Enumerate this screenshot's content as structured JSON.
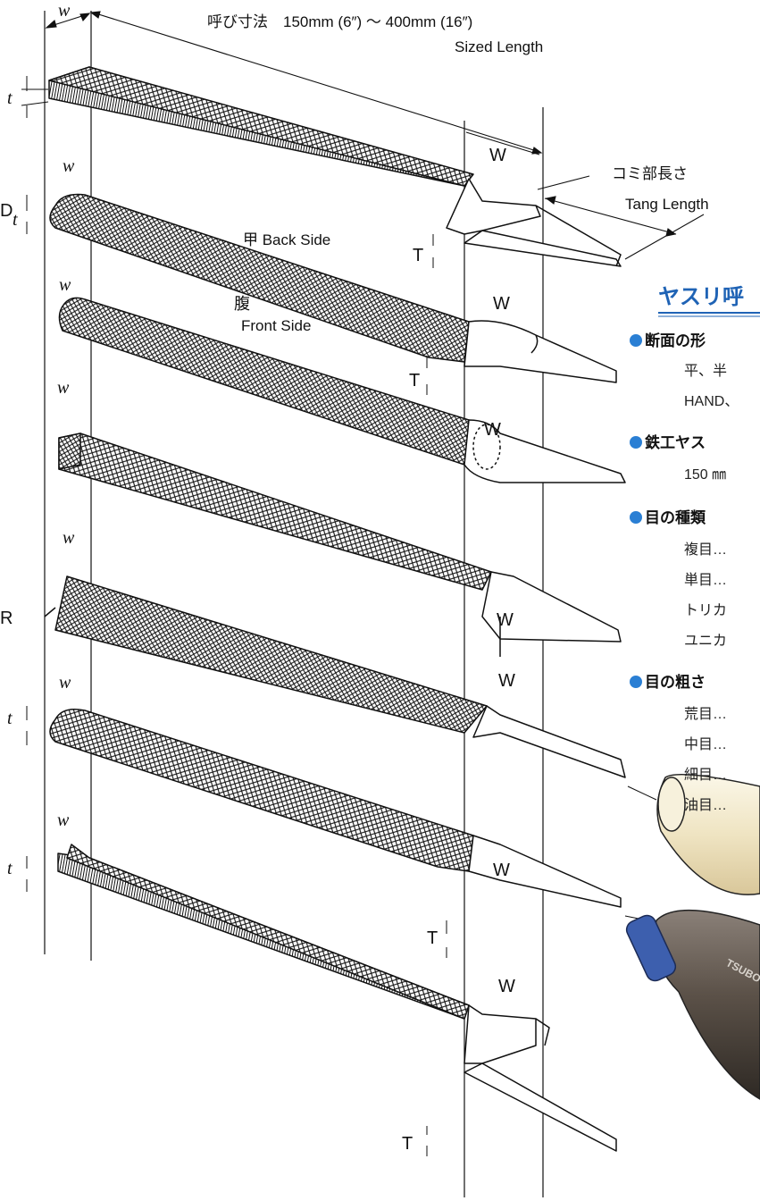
{
  "dimension": {
    "sized_length": "呼び寸法　150mm (6″) ～ 400mm (16″)",
    "sized_length_en": "Sized Length",
    "tang_length": "コミ部長さ",
    "tang_length_en": "Tang Length",
    "back_side": "甲  Back Side",
    "front_side_jp": "腹",
    "front_side_en": "Front Side"
  },
  "labels": {
    "w": "w",
    "W": "W",
    "t": "t",
    "T": "T",
    "D": "D",
    "R": "R"
  },
  "panel": {
    "title": "ヤスリ呼",
    "sections": [
      {
        "heading": "断面の形",
        "lines": [
          "平、半",
          "HAND、"
        ]
      },
      {
        "heading": "鉄工ヤス",
        "lines": [
          "150 ㎜"
        ]
      },
      {
        "heading": "目の種類",
        "lines": [
          "複目…",
          "単目…",
          "トリカ",
          "ユニカ"
        ]
      },
      {
        "heading": "目の粗さ",
        "lines": [
          "荒目…",
          "中目…",
          "細目…",
          "油目…"
        ]
      }
    ],
    "bullet_color": "#2a7fd4",
    "title_color": "#1f63b5"
  },
  "handles": {
    "brand_text": "TSUBO",
    "wood_color": "#f3ecd2",
    "grip_color": "#5b5148",
    "cap_color": "#3d5fae"
  }
}
